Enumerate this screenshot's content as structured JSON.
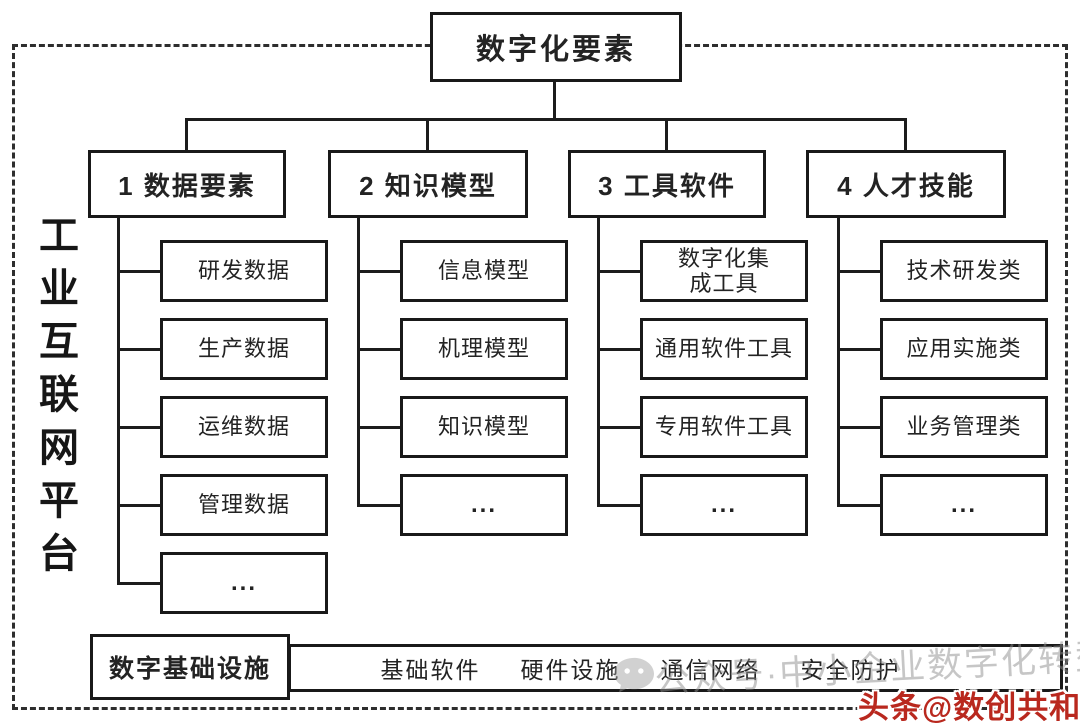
{
  "diagram": {
    "root_label": "数字化要素",
    "platform_label": "工业互联网平台",
    "columns": [
      {
        "title": "1 数据要素",
        "children": [
          "研发数据",
          "生产数据",
          "运维数据",
          "管理数据",
          "..."
        ]
      },
      {
        "title": "2 知识模型",
        "children": [
          "信息模型",
          "机理模型",
          "知识模型",
          "..."
        ]
      },
      {
        "title": "3 工具软件",
        "children": [
          "数字化集成工具",
          "通用软件工具",
          "专用软件工具",
          "..."
        ]
      },
      {
        "title": "4 人才技能",
        "children": [
          "技术研发类",
          "应用实施类",
          "业务管理类",
          "..."
        ]
      }
    ],
    "infrastructure": {
      "title": "数字基础设施",
      "items": [
        "基础软件",
        "硬件设施",
        "通信网络",
        "安全防护"
      ]
    }
  },
  "watermarks": {
    "wechat_icon": "wechat-icon",
    "wechat_text": "公众号·中小企业数字化转型",
    "wechat_color": "#8f8f8f",
    "toutiao_text": "头条@数创共和",
    "toutiao_color": "#b9281e"
  },
  "colors": {
    "line": "#1c1c1c",
    "background": "#ffffff"
  }
}
